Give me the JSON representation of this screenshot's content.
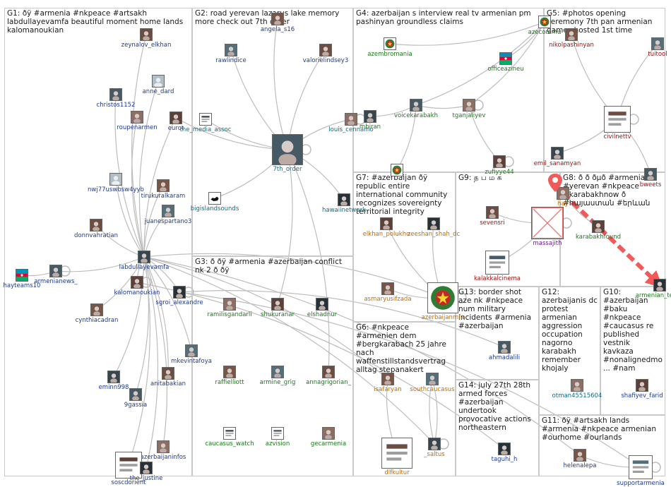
{
  "colors": {
    "text_dark": "#1a1a1a",
    "label_blue": "#1f3a93",
    "label_green": "#1b7a1b",
    "label_orange": "#c66b00",
    "label_red": "#a01010",
    "label_purple": "#6a1b9a",
    "label_teal": "#0a6d8a",
    "edge_gray": "#bdbdbd",
    "edge_red": "#f25a5a"
  },
  "groups": [
    {
      "id": "G1",
      "label": "G1: ðÿ #armenia #nkpeace #artsakh labdullayevamfa beautiful moment home lands kalomanoukian"
    },
    {
      "id": "G2",
      "label": "G2: road yerevan lazarus lake memory more check out 7th order"
    },
    {
      "id": "G4",
      "label": "G4: azerbaijan s interview real tv armenian pm pashinyan groundless claims"
    },
    {
      "id": "G5",
      "label": "G5: #photos opening ceremony 7th pan armenian games hosted 1st time"
    },
    {
      "id": "G3",
      "label": "G3: ð ðÿ #armenia #azerbaijan conflict nk 2 ð ðÿ"
    },
    {
      "id": "G7",
      "label": "G7: #azerbaijan ðÿ republic entire international community recognizes sovereignty territorial integrity"
    },
    {
      "id": "G9",
      "label": "G9: த ப ம க"
    },
    {
      "id": "G8",
      "label": "G8: ð ð ðµð #armenia #yerevan #nkpeace #karabakhnow ð #հայաստան #երևան"
    },
    {
      "id": "G6",
      "label": "G6: #nkpeace #armenien dem #bergkarabach 25 jahre nach waffenstillstandsvertrag alltag stepanakert"
    },
    {
      "id": "G13",
      "label": "G13: border shot aze nk #nkpeace num military incidents #armenia #azerbaijan"
    },
    {
      "id": "G12",
      "label": "G12: azerbaijanis dc protest armenian aggression occupation nagorno karabakh remember khojaly"
    },
    {
      "id": "G10",
      "label": "G10: #azerbaijan #baku #nkpeace #caucasus re published vestnik kavkaza #nonalignedmo... #nam"
    },
    {
      "id": "G14",
      "label": "G14: july 27th 28th armed forces #azerbaijan undertook provocative actions northeastern"
    },
    {
      "id": "G11",
      "label": "G11: ðÿ #artsakh lands #armenia #nkpeace armenian #ourhome #ourlands"
    }
  ],
  "nodes": [
    {
      "id": "zeynalov_elkhan",
      "label": "zeynalov_elkhan",
      "icon": "user-photo-icon"
    },
    {
      "id": "anne_dard",
      "label": "anne_dard",
      "icon": "default-avatar-icon"
    },
    {
      "id": "christos1152",
      "label": "christos1152",
      "icon": "user-photo-icon"
    },
    {
      "id": "roupenarmen",
      "label": "roupenarmen",
      "icon": "user-photo-icon"
    },
    {
      "id": "eurot",
      "label": "eurot",
      "icon": "user-photo-icon"
    },
    {
      "id": "nwj77",
      "label": "nwj77uswbsw4yyb",
      "icon": "default-avatar-icon"
    },
    {
      "id": "tirukural",
      "label": "tirukuralkaram",
      "icon": "user-photo-icon"
    },
    {
      "id": "juanes",
      "label": "juanespartano3",
      "icon": "user-photo-icon"
    },
    {
      "id": "donnvahratian",
      "label": "donnvahratian",
      "icon": "user-photo-icon"
    },
    {
      "id": "labdullayevamfa",
      "label": "labdullayevamfa",
      "icon": "user-photo-icon"
    },
    {
      "id": "armenianews",
      "label": "armenianews_",
      "icon": "user-photo-icon"
    },
    {
      "id": "hayteams",
      "label": "hayteams10",
      "icon": "flag-icon"
    },
    {
      "id": "kalomanoukian",
      "label": "kalomanoukian",
      "icon": "user-photo-icon"
    },
    {
      "id": "sgroi",
      "label": "sgroi_alexandre",
      "icon": "user-photo-icon"
    },
    {
      "id": "cynthiacadran",
      "label": "cynthiacadran",
      "icon": "user-photo-icon"
    },
    {
      "id": "mkevintafoya",
      "label": "mkevintafoya",
      "icon": "user-photo-icon"
    },
    {
      "id": "anitabakian",
      "label": "anitabakian",
      "icon": "user-photo-icon"
    },
    {
      "id": "eminn998",
      "label": "eminn998",
      "icon": "user-photo-icon"
    },
    {
      "id": "9gassia",
      "label": "9gassia",
      "icon": "user-photo-icon"
    },
    {
      "id": "azerbaijaninfos",
      "label": "azerbaijaninfos",
      "icon": "user-photo-icon"
    },
    {
      "id": "soscdorient",
      "label": "soscdorient",
      "icon": "logo-icon"
    },
    {
      "id": "the_justine",
      "label": "the_justine",
      "icon": "user-photo-icon"
    },
    {
      "id": "angela",
      "label": "angela_s16",
      "icon": "user-photo-icon"
    },
    {
      "id": "rawlindice",
      "label": "rawlindice",
      "icon": "user-photo-icon"
    },
    {
      "id": "valorielindsey3",
      "label": "valorielindsey3",
      "icon": "user-photo-icon"
    },
    {
      "id": "the_media_assoc",
      "label": "the_media_assoc",
      "icon": "logo-icon"
    },
    {
      "id": "7th_order",
      "label": "7th_order",
      "icon": "user-photo-icon"
    },
    {
      "id": "louis_cennamo",
      "label": "louis_cennamo",
      "icon": "user-photo-icon"
    },
    {
      "id": "bigislandsounds",
      "label": "bigislandsounds",
      "icon": "map-icon"
    },
    {
      "id": "hawaiinetwork",
      "label": "hawaiinetwork",
      "icon": "user-photo-icon"
    },
    {
      "id": "azembromania",
      "label": "azembromania",
      "icon": "emblem-icon"
    },
    {
      "id": "azecommu",
      "label": "azecommu",
      "icon": "emblem-icon"
    },
    {
      "id": "officeazineu",
      "label": "officeazineu",
      "icon": "flag-icon"
    },
    {
      "id": "mbiran",
      "label": "mbiran",
      "icon": "user-photo-icon"
    },
    {
      "id": "voicekarabakh",
      "label": "voicekarabakh",
      "icon": "user-photo-icon"
    },
    {
      "id": "tganjaliyev",
      "label": "tganjaliyev",
      "icon": "user-photo-icon"
    },
    {
      "id": "zufiyye44",
      "label": "zufiyye44",
      "icon": "user-photo-icon"
    },
    {
      "id": "azembassy",
      "label": "",
      "icon": "emblem-icon"
    },
    {
      "id": "nikolpashinyan",
      "label": "nikolpashinyan",
      "icon": "user-photo-icon"
    },
    {
      "id": "tuitool",
      "label": "tuitool",
      "icon": "user-photo-icon"
    },
    {
      "id": "civilnettv",
      "label": "civilnettv",
      "icon": "logo-icon"
    },
    {
      "id": "emil_sanamyan",
      "label": "emil_sanamyan",
      "icon": "user-photo-icon"
    },
    {
      "id": "bweets",
      "label": "bweets",
      "icon": "user-photo-icon"
    },
    {
      "id": "ramilisgandarli",
      "label": "ramilisgandarli",
      "icon": "user-photo-icon"
    },
    {
      "id": "shukuranar",
      "label": "shukuranar",
      "icon": "user-photo-icon"
    },
    {
      "id": "elshadnur",
      "label": "elshadnur",
      "icon": "user-photo-icon"
    },
    {
      "id": "raffielliott",
      "label": "raffielliott",
      "icon": "user-photo-icon"
    },
    {
      "id": "armine_grig",
      "label": "armine_grig",
      "icon": "user-photo-icon"
    },
    {
      "id": "annagrigorian",
      "label": "annagrigorian_",
      "icon": "user-photo-icon"
    },
    {
      "id": "caucasus_watch",
      "label": "caucasus_watch",
      "icon": "logo-icon"
    },
    {
      "id": "azvision",
      "label": "azvision",
      "icon": "logo-icon"
    },
    {
      "id": "gecarmenia",
      "label": "gecarmenia",
      "icon": "user-photo-icon"
    },
    {
      "id": "elkhan_polukhov",
      "label": "elkhan_polukho",
      "icon": "user-photo-icon"
    },
    {
      "id": "zeeshan",
      "label": "zeeshan_shah_dc",
      "icon": "user-photo-icon"
    },
    {
      "id": "asmaryusifzada",
      "label": "asmaryusifzada",
      "icon": "user-photo-icon"
    },
    {
      "id": "azerbaijanmfa",
      "label": "azerbaijanmfa",
      "icon": "emblem-icon"
    },
    {
      "id": "sevensri",
      "label": "sevensri",
      "icon": "user-photo-icon"
    },
    {
      "id": "massajith",
      "label": "massajith",
      "icon": "broken-image-icon"
    },
    {
      "id": "kalakkalcinema",
      "label": "kalakkalcinema",
      "icon": "logo-icon"
    },
    {
      "id": "hay",
      "label": "hay",
      "icon": "user-photo-icon"
    },
    {
      "id": "karabakhfound",
      "label": "karabakhfound",
      "icon": "user-photo-icon"
    },
    {
      "id": "armenian_terror",
      "label": "armenian_terror",
      "icon": "user-photo-icon"
    },
    {
      "id": "isafaryan",
      "label": "isafaryan",
      "icon": "user-photo-icon"
    },
    {
      "id": "southcaucasus",
      "label": "southcaucasus",
      "icon": "user-photo-icon"
    },
    {
      "id": "dlfkultur",
      "label": "dlfkultur",
      "icon": "logo-icon"
    },
    {
      "id": "saltus",
      "label": "_saltus",
      "icon": "user-photo-icon"
    },
    {
      "id": "ahmadalili",
      "label": "ahmadalili",
      "icon": "user-photo-icon"
    },
    {
      "id": "otman45515604",
      "label": "otman45515604",
      "icon": "user-photo-icon"
    },
    {
      "id": "shafiyev_farid",
      "label": "shafiyev_farid",
      "icon": "user-photo-icon"
    },
    {
      "id": "taguhi_h",
      "label": "taguhi_h",
      "icon": "user-photo-icon"
    },
    {
      "id": "helenalepa",
      "label": "helenalepa",
      "icon": "user-photo-icon"
    },
    {
      "id": "supportarmenia",
      "label": "supportarmenia",
      "icon": "logo-icon"
    }
  ]
}
